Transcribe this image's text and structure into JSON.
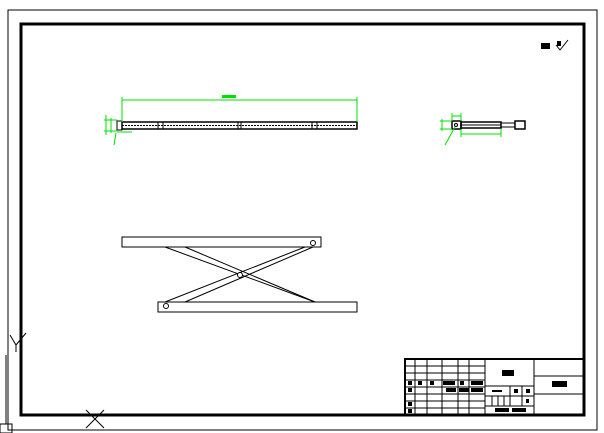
{
  "drawing": {
    "colors": {
      "line": "#000000",
      "dimension": "#00e000",
      "background": "#ffffff"
    },
    "views": [
      "front-view-bar",
      "side-view-bar",
      "scissor-mechanism"
    ],
    "title_block": {
      "present": true
    }
  }
}
